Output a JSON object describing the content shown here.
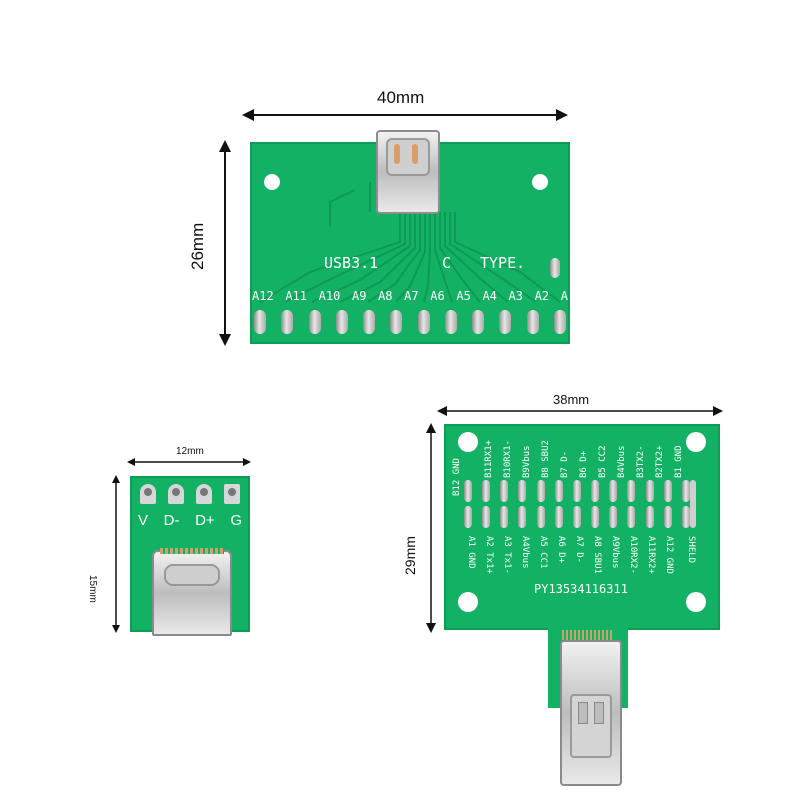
{
  "board1": {
    "width_label": "40mm",
    "height_label": "26mm",
    "silk_usb": "USB3.1",
    "silk_c": "C",
    "silk_type": "TYPE.",
    "pin_labels": [
      "A12",
      "A11",
      "A10",
      "A9",
      "A8",
      "A7",
      "A6",
      "A5",
      "A4",
      "A3",
      "A2",
      "A"
    ]
  },
  "board2": {
    "width_label": "12mm",
    "height_label": "15mm",
    "pin_labels": [
      "V",
      "D-",
      "D+",
      "G"
    ]
  },
  "board3": {
    "width_label": "38mm",
    "height_label": "29mm",
    "top_labels": [
      "B12 GND",
      "B11RX1+",
      "B10RX1-",
      "B9Vbus",
      "B8 SBU2",
      "B7 D-",
      "B6 D+",
      "B5 CC2",
      "B4Vbus",
      "B3TX2-",
      "B2TX2+",
      "B1 GND"
    ],
    "bottom_labels": [
      "A1 GND",
      "A2 Tx1+",
      "A3 Tx1-",
      "A4Vbus",
      "A5 CC1",
      "A6 D+",
      "A7 D-",
      "A8 SBU1",
      "A9Vbus",
      "A10RX2-",
      "A11RX2+",
      "A12 GND",
      "SHELD"
    ],
    "part_number": "PY13534116311"
  },
  "colors": {
    "pcb": "#12b163",
    "silk": "#ffffff",
    "pad": "#c8c8c8"
  }
}
